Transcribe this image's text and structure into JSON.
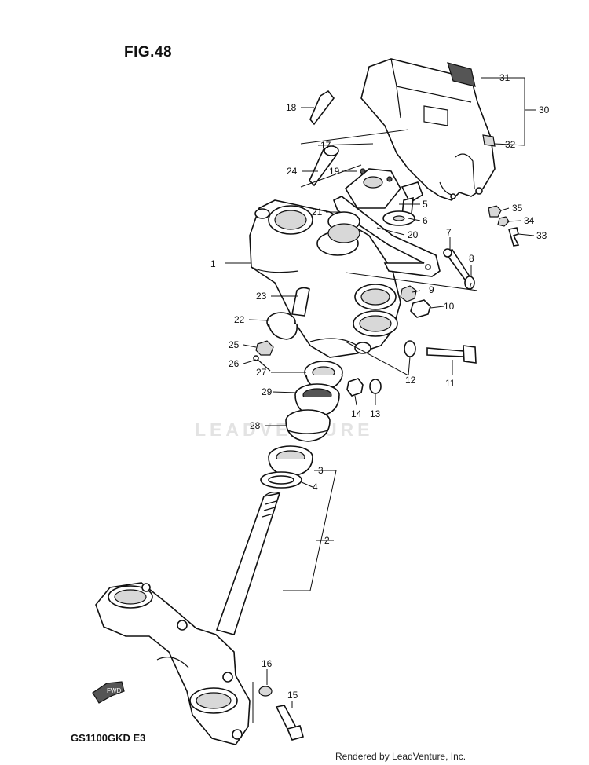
{
  "figure": {
    "title": "FIG.48",
    "model_code": "GS1100GKD E3",
    "footer": "Rendered by LeadVenture, Inc.",
    "watermark": "LEADVENTURE"
  },
  "callouts": [
    {
      "id": "c1",
      "label": "1"
    },
    {
      "id": "c2",
      "label": "2"
    },
    {
      "id": "c3",
      "label": "3"
    },
    {
      "id": "c4",
      "label": "4"
    },
    {
      "id": "c5",
      "label": "5"
    },
    {
      "id": "c6",
      "label": "6"
    },
    {
      "id": "c7",
      "label": "7"
    },
    {
      "id": "c8",
      "label": "8"
    },
    {
      "id": "c9",
      "label": "9"
    },
    {
      "id": "c10",
      "label": "10"
    },
    {
      "id": "c11",
      "label": "11"
    },
    {
      "id": "c12",
      "label": "12"
    },
    {
      "id": "c13",
      "label": "13"
    },
    {
      "id": "c14",
      "label": "14"
    },
    {
      "id": "c15",
      "label": "15"
    },
    {
      "id": "c16",
      "label": "16"
    },
    {
      "id": "c17",
      "label": "17"
    },
    {
      "id": "c18",
      "label": "18"
    },
    {
      "id": "c19",
      "label": "19"
    },
    {
      "id": "c20",
      "label": "20"
    },
    {
      "id": "c21",
      "label": "21"
    },
    {
      "id": "c22",
      "label": "22"
    },
    {
      "id": "c23",
      "label": "23"
    },
    {
      "id": "c24",
      "label": "24"
    },
    {
      "id": "c25",
      "label": "25"
    },
    {
      "id": "c26",
      "label": "26"
    },
    {
      "id": "c27",
      "label": "27"
    },
    {
      "id": "c28",
      "label": "28"
    },
    {
      "id": "c29",
      "label": "29"
    },
    {
      "id": "c30",
      "label": "30"
    },
    {
      "id": "c31",
      "label": "31"
    },
    {
      "id": "c32",
      "label": "32"
    },
    {
      "id": "c33",
      "label": "33"
    },
    {
      "id": "c34",
      "label": "34"
    },
    {
      "id": "c35",
      "label": "35"
    }
  ],
  "fwd_arrow_label": "FWD"
}
